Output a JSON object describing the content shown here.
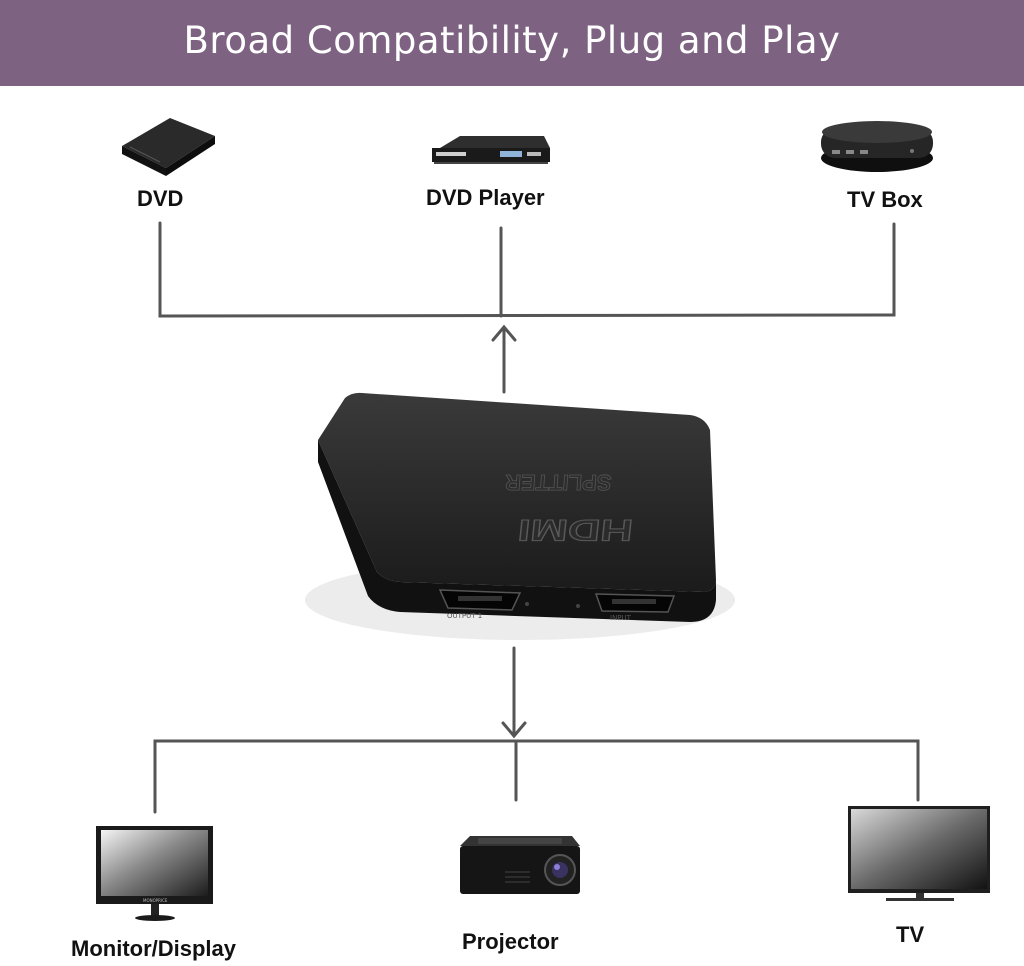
{
  "header": {
    "title": "Broad Compatibility, Plug and Play"
  },
  "sources": [
    {
      "label": "DVD",
      "icon": "external-dvd-drive-icon"
    },
    {
      "label": "DVD Player",
      "icon": "dvd-player-icon"
    },
    {
      "label": "TV Box",
      "icon": "tv-box-icon"
    }
  ],
  "splitter": {
    "top_text": "SPLITTER",
    "logo_text": "HDMI",
    "port_label_left": "OUTPUT 1",
    "port_label_right": "INPUT"
  },
  "outputs": [
    {
      "label": "Monitor/Display",
      "icon": "monitor-icon",
      "brand": "MONOPRICE"
    },
    {
      "label": "Projector",
      "icon": "projector-icon"
    },
    {
      "label": "TV",
      "icon": "tv-icon"
    }
  ],
  "colors": {
    "banner": "#7d6282",
    "lines": "#555555",
    "device": "#1a1a1a"
  }
}
